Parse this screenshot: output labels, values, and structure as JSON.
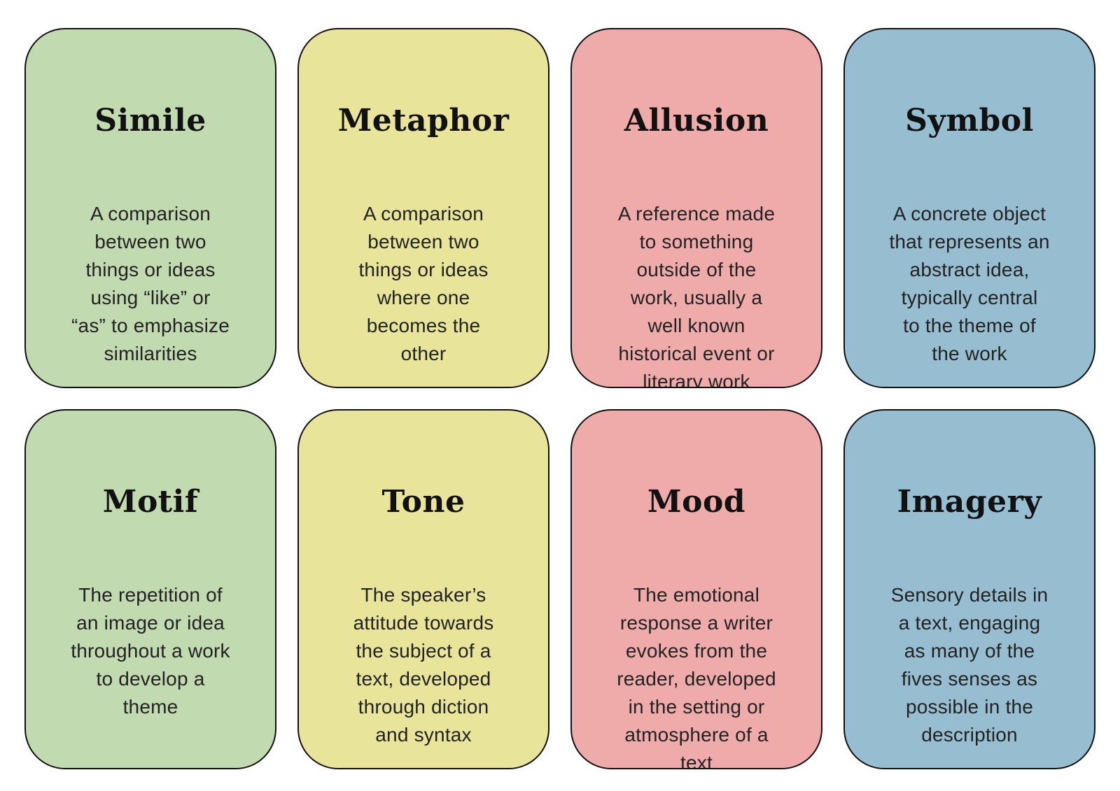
{
  "page": {
    "background": "#ffffff",
    "kind": "literary-devices-flashcards"
  },
  "colors": {
    "green": "#c1dab0",
    "yellow": "#e8e49a",
    "pink": "#efabaa",
    "blue": "#96bed0",
    "border": "#111111",
    "title_text": "#111111",
    "body_text": "#222222"
  },
  "cards": [
    {
      "id": "simile",
      "title": "Simile",
      "description": "A comparison\nbetween two\nthings or ideas\nusing “like” or\n“as” to emphasize\nsimilarities",
      "color": "green"
    },
    {
      "id": "metaphor",
      "title": "Metaphor",
      "description": "A comparison\nbetween two\nthings or ideas\nwhere one\nbecomes the\nother",
      "color": "yellow"
    },
    {
      "id": "allusion",
      "title": "Allusion",
      "description": "A reference made\nto something\noutside of the\nwork, usually a\nwell known\nhistorical event or\nliterary work",
      "color": "pink"
    },
    {
      "id": "symbol",
      "title": "Symbol",
      "description": "A concrete object\nthat represents an\nabstract idea,\ntypically central\nto the theme of\nthe work",
      "color": "blue"
    },
    {
      "id": "motif",
      "title": "Motif",
      "description": "The repetition of\nan image or idea\nthroughout a work\nto develop a\ntheme",
      "color": "green"
    },
    {
      "id": "tone",
      "title": "Tone",
      "description": "The speaker’s\nattitude towards\nthe subject of a\ntext, developed\nthrough diction\nand syntax",
      "color": "yellow"
    },
    {
      "id": "mood",
      "title": "Mood",
      "description": "The emotional\nresponse a writer\nevokes from the\nreader, developed\nin the setting or\natmosphere of a\ntext",
      "color": "pink"
    },
    {
      "id": "imagery",
      "title": "Imagery",
      "description": "Sensory details in\na text, engaging\nas many of the\nfives senses as\npossible in the\ndescription",
      "color": "blue"
    }
  ]
}
